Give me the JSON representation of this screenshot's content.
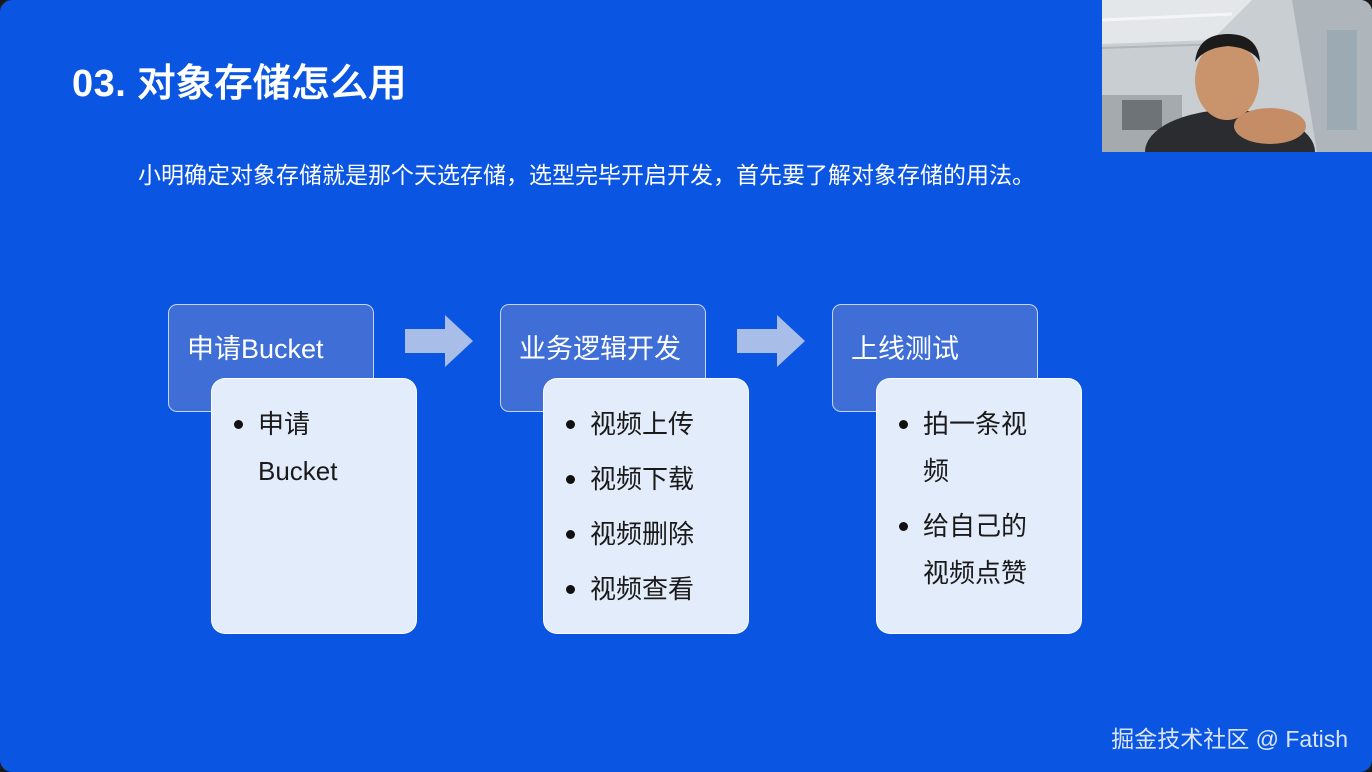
{
  "slide": {
    "title": "03. 对象存储怎么用",
    "subtitle": "小明确定对象存储就是那个天选存储，选型完毕开启开发，首先要了解对象存储的用法。"
  },
  "steps": [
    {
      "label": "申请Bucket",
      "items": [
        "申请Bucket"
      ]
    },
    {
      "label": "业务逻辑开发",
      "items": [
        "视频上传",
        "视频下载",
        "视频删除",
        "视频查看"
      ]
    },
    {
      "label": "上线测试",
      "items": [
        "拍一条视频",
        "给自己的视频点赞"
      ]
    }
  ],
  "watermark": "掘金技术社区 @ Fatish",
  "colors": {
    "background": "#0a55e1",
    "step_head": "#3f6fd6",
    "step_body": "#e3ecfa",
    "arrow": "#a9bde9"
  },
  "icons": {
    "flow_arrow": "right-arrow-icon",
    "bullet": "bullet-dot"
  }
}
